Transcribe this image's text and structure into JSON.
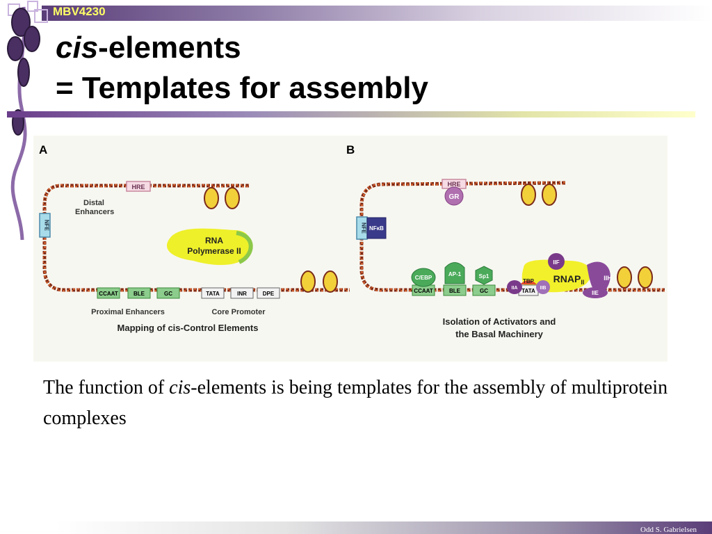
{
  "header": {
    "course_code": "MBV4230",
    "title_italic": "cis",
    "title_rest": "-elements",
    "title_line2": "= Templates for assembly"
  },
  "figure": {
    "panel_a": {
      "letter": "A",
      "nfe": "NFE",
      "hre": "HRE",
      "distal_1": "Distal",
      "distal_2": "Enhancers",
      "rna_1": "RNA",
      "rna_2": "Polymerase II",
      "elements": [
        "CCAAT",
        "BLE",
        "GC",
        "TATA",
        "INR",
        "DPE"
      ],
      "proximal_label": "Proximal Enhancers",
      "core_label": "Core Promoter",
      "caption": "Mapping of cis-Control Elements"
    },
    "panel_b": {
      "letter": "B",
      "nfe": "NFE",
      "nfkb": "NFκB",
      "hre": "HRE",
      "gr": "GR",
      "cebp": "C/EBP",
      "ap1": "AP-1",
      "sp1": "Sp1",
      "elements": [
        "CCAAT",
        "BLE",
        "GC",
        "TATA"
      ],
      "tbp": "TBP",
      "iia": "IIA",
      "iib": "IIB",
      "iif": "IIF",
      "iih": "IIH",
      "iie": "IIE",
      "rnap": "RNAP",
      "rnap_sub": "II",
      "caption_1": "Isolation of Activators and",
      "caption_2": "the Basal Machinery"
    }
  },
  "caption": {
    "pre": "The function of ",
    "italic": "cis",
    "post": "-elements is being templates for the assembly of multiprotein complexes"
  },
  "footer": {
    "author": "Odd S. Gabrielsen"
  }
}
